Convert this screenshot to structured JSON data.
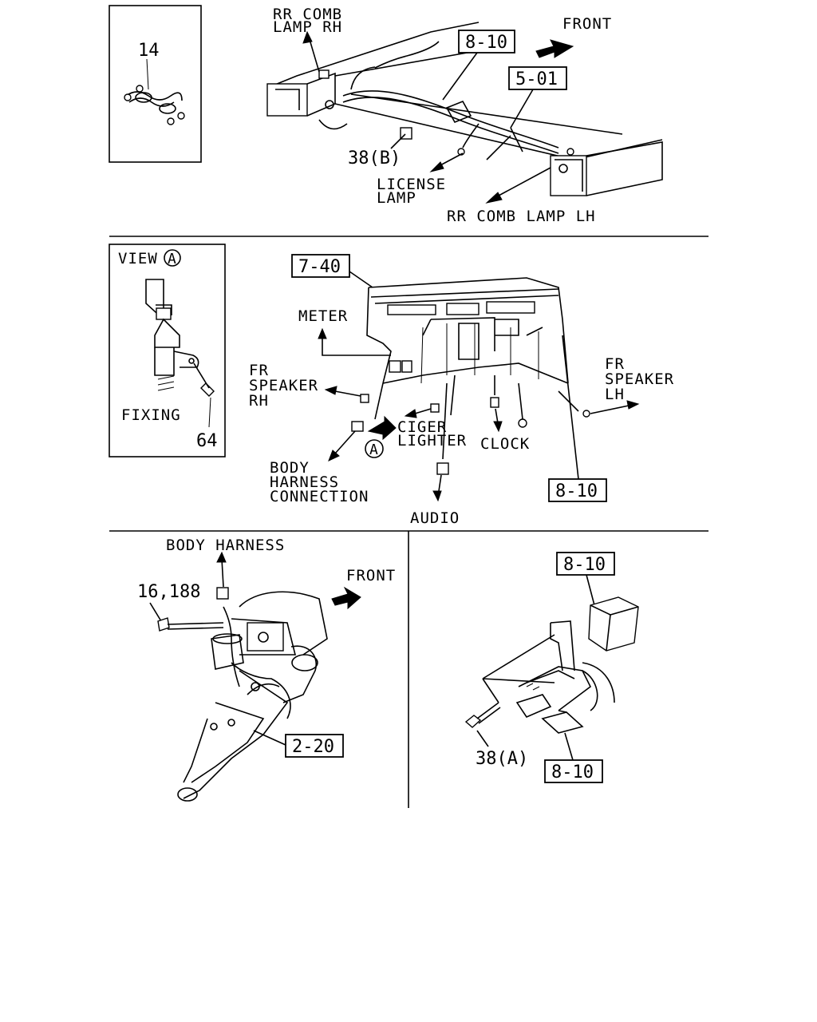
{
  "panel1": {
    "inset_part": "14",
    "ref_top": "8-10",
    "ref_right": "5-01",
    "front_label": "FRONT",
    "rr_comb_rh_1": "RR COMB",
    "rr_comb_rh_2": "LAMP RH",
    "bolt_label": "38(B)",
    "license_1": "LICENSE",
    "license_2": "LAMP",
    "rr_comb_lh": "RR COMB LAMP LH"
  },
  "panel2": {
    "view_label": "VIEW",
    "view_mark": "A",
    "fixing_label": "FIXING",
    "fixing_part": "64",
    "ref_top": "7-40",
    "meter": "METER",
    "fr_speaker_rh_1": "FR",
    "fr_speaker_rh_2": "SPEAKER",
    "fr_speaker_rh_3": "RH",
    "fr_speaker_lh_1": "FR",
    "fr_speaker_lh_2": "SPEAKER",
    "fr_speaker_lh_3": "LH",
    "ciger_1": "CIGER",
    "ciger_2": "LIGHTER",
    "clock": "CLOCK",
    "body_conn_1": "BODY",
    "body_conn_2": "HARNESS",
    "body_conn_3": "CONNECTION",
    "audio": "AUDIO",
    "ref_bottom": "8-10",
    "a_mark": "A"
  },
  "panel3": {
    "body_harness": "BODY HARNESS",
    "front_label": "FRONT",
    "part_label": "16,188",
    "ref": "2-20"
  },
  "panel4": {
    "ref_top": "8-10",
    "bolt_label": "38(A)",
    "ref_bottom": "8-10"
  }
}
